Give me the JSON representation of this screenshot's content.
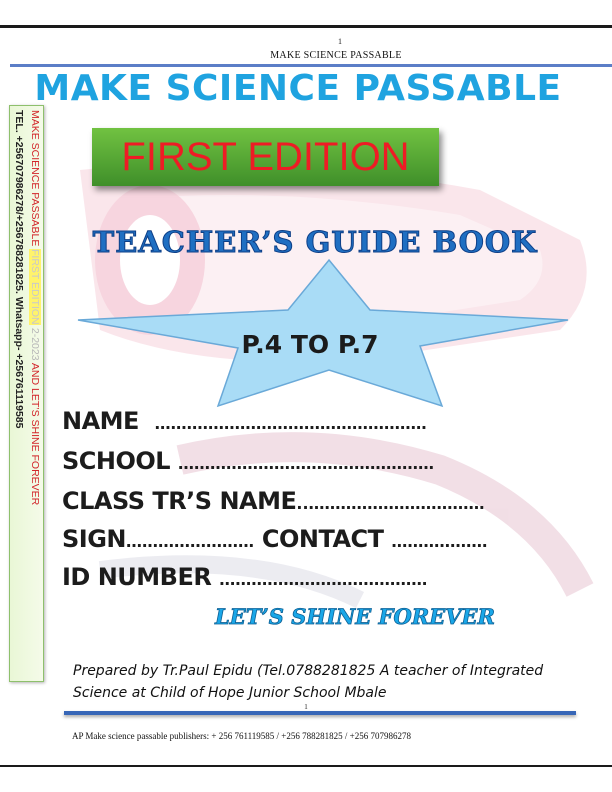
{
  "header": {
    "page_number": "1",
    "running_title": "MAKE SCIENCE PASSABLE"
  },
  "cover": {
    "title": "MAKE SCIENCE PASSABLE",
    "edition": "FIRST EDITION",
    "guide_title": "TEACHER’S GUIDE BOOK",
    "class_range": "P.4 TO P.7",
    "motto": "LET’S SHINE FOREVER"
  },
  "side_banner": {
    "line1_a": "MAKE SCIENCE PASSABLE ",
    "line1_b": "FIRST EDITION",
    "line1_c": " 2-2023",
    "line1_d": " AND LET’S SHINE FOREVER",
    "line2": "TEL. +256707986278/+256788281825. Whatsapp- +256761119585"
  },
  "form": {
    "name_label": "NAME",
    "name_dots": "……………………………………………",
    "school_label": "SCHOOL",
    "school_dots": "…………………………………………",
    "class_label": "CLASS TR’S NAME",
    "class_dots": "..……………………………",
    "sign_label": "SIGN",
    "sign_dots": "……………………",
    "contact_label": "CONTACT",
    "contact_dots": "………………",
    "id_label": "ID NUMBER",
    "id_dots": "…………………………………"
  },
  "footer": {
    "prepared_by": "Prepared by Tr.Paul Epidu (Tel.0788281825 A teacher of Integrated Science at Child of Hope Junior School Mbale",
    "page_number": "1",
    "publishers": "AP Make science passable publishers: + 256 761119585 / +256 788281825 / +256 707986278"
  },
  "colors": {
    "title_blue": "#1fa3e0",
    "edition_green": "#4ea633",
    "edition_red": "#ee1c25",
    "star_fill": "#a9dcf6",
    "rule_blue": "#3766b7"
  }
}
